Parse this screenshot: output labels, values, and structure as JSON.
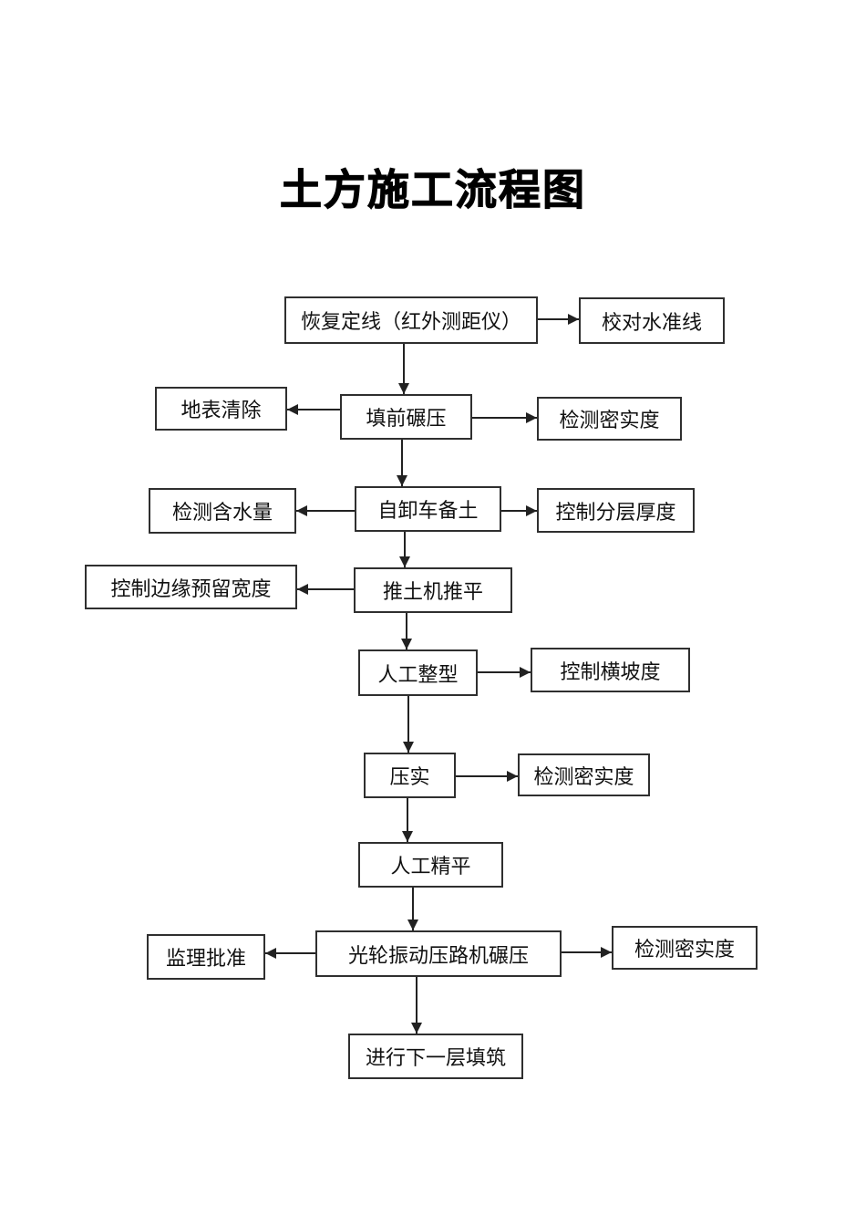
{
  "title": "土方施工流程图",
  "flowchart": {
    "nodes": {
      "restore_line": "恢复定线（红外测距仪）",
      "check_level": "校对水准线",
      "surface_clear": "地表清除",
      "pre_fill_roll": "填前碾压",
      "density_check_1": "检测密实度",
      "moisture_check": "检测含水量",
      "dump_truck_soil": "自卸车备土",
      "layer_thickness": "控制分层厚度",
      "edge_width": "控制边缘预留宽度",
      "bulldozer_level": "推土机推平",
      "manual_shaping": "人工整型",
      "cross_slope": "控制横坡度",
      "compaction": "压实",
      "density_check_2": "检测密实度",
      "manual_fine_level": "人工精平",
      "supervisor_approval": "监理批准",
      "smooth_roller": "光轮振动压路机碾压",
      "density_check_3": "检测密实度",
      "next_layer": "进行下一层填筑"
    },
    "edges": [
      {
        "from": "restore_line",
        "to": "check_level",
        "direction": "right"
      },
      {
        "from": "restore_line",
        "to": "pre_fill_roll",
        "direction": "down"
      },
      {
        "from": "pre_fill_roll",
        "to": "surface_clear",
        "direction": "left"
      },
      {
        "from": "pre_fill_roll",
        "to": "density_check_1",
        "direction": "right"
      },
      {
        "from": "pre_fill_roll",
        "to": "dump_truck_soil",
        "direction": "down"
      },
      {
        "from": "dump_truck_soil",
        "to": "moisture_check",
        "direction": "left"
      },
      {
        "from": "dump_truck_soil",
        "to": "layer_thickness",
        "direction": "right"
      },
      {
        "from": "dump_truck_soil",
        "to": "bulldozer_level",
        "direction": "down"
      },
      {
        "from": "bulldozer_level",
        "to": "edge_width",
        "direction": "left"
      },
      {
        "from": "bulldozer_level",
        "to": "manual_shaping",
        "direction": "down"
      },
      {
        "from": "manual_shaping",
        "to": "cross_slope",
        "direction": "right"
      },
      {
        "from": "manual_shaping",
        "to": "compaction",
        "direction": "down"
      },
      {
        "from": "compaction",
        "to": "density_check_2",
        "direction": "right"
      },
      {
        "from": "compaction",
        "to": "manual_fine_level",
        "direction": "down"
      },
      {
        "from": "manual_fine_level",
        "to": "smooth_roller",
        "direction": "down"
      },
      {
        "from": "smooth_roller",
        "to": "supervisor_approval",
        "direction": "left"
      },
      {
        "from": "smooth_roller",
        "to": "density_check_3",
        "direction": "right"
      },
      {
        "from": "smooth_roller",
        "to": "next_layer",
        "direction": "down"
      }
    ],
    "colors": {
      "line": "#222222",
      "box_border": "#2f2f2f",
      "text": "#111111",
      "background": "#ffffff"
    }
  }
}
